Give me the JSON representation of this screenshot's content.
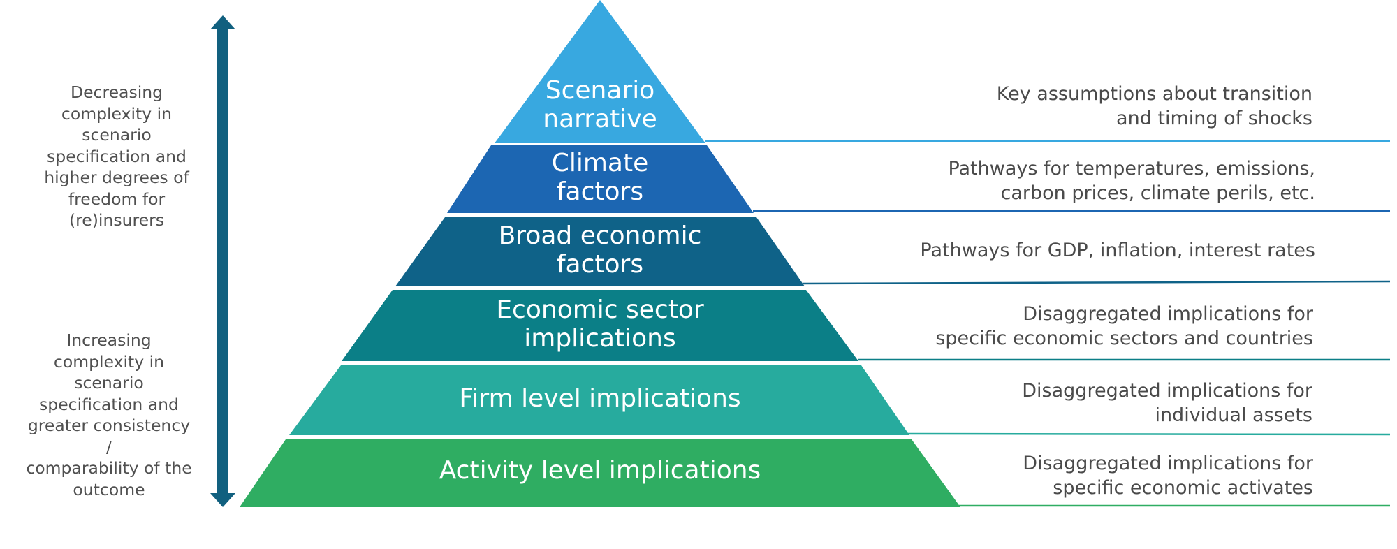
{
  "arrow": {
    "top_label": [
      "Decreasing",
      "complexity in",
      "scenario",
      "specification and",
      "higher degrees of",
      "freedom for",
      "(re)insurers"
    ],
    "bottom_label": [
      "Increasing",
      "complexity in",
      "scenario",
      "specification and",
      "greater consistency /",
      "comparability of the",
      "outcome"
    ],
    "color": "#11607f"
  },
  "layers": [
    {
      "name": [
        "Scenario",
        "narrative"
      ],
      "description": [
        "Key assumptions about transition",
        "and timing of shocks"
      ],
      "color": "#38a8e0"
    },
    {
      "name": [
        "Climate",
        "factors"
      ],
      "description": [
        "Pathways for temperatures, emissions,",
        "carbon prices, climate perils, etc."
      ],
      "color": "#1c66b2"
    },
    {
      "name": [
        "Broad economic",
        "factors"
      ],
      "description": [
        "Pathways for GDP, inflation, interest rates"
      ],
      "color": "#0f6288"
    },
    {
      "name": [
        "Economic sector",
        "implications"
      ],
      "description": [
        "Disaggregated implications for",
        "specific economic sectors and countries"
      ],
      "color": "#0b7f87"
    },
    {
      "name": [
        "Firm level implications"
      ],
      "description": [
        "Disaggregated implications for",
        "individual assets"
      ],
      "color": "#27ab9e"
    },
    {
      "name": [
        "Activity level implications"
      ],
      "description": [
        "Disaggregated implications for",
        "specific economic activates"
      ],
      "color": "#2fad62"
    }
  ]
}
